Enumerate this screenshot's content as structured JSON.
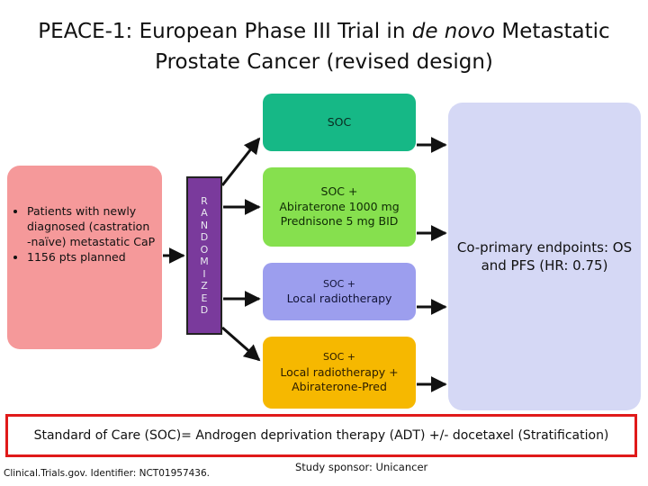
{
  "title": {
    "line1_before": "PEACE-1: European Phase III Trial in ",
    "line1_italic": "de novo",
    "line1_after": " Metastatic",
    "line2": "Prostate Cancer (revised design)"
  },
  "patients": {
    "items": [
      "Patients with newly diagnosed (castration -naïve) metastatic CaP",
      "1156 pts planned"
    ]
  },
  "randomize": {
    "letters": [
      "R",
      "A",
      "N",
      "D",
      "O",
      "M",
      "I",
      "Z",
      "E",
      "D"
    ]
  },
  "arms": [
    {
      "line1": "SOC",
      "line2": ""
    },
    {
      "line1": "SOC +",
      "line2": "Abiraterone 1000 mg Prednisone 5 mg BID"
    },
    {
      "line1": "SOC +",
      "line2": "Local radiotherapy"
    },
    {
      "line1": "SOC +",
      "line2": "Local radiotherapy + Abiraterone-Pred"
    }
  ],
  "endpoints": {
    "text": "Co-primary endpoints: OS and PFS (HR: 0.75)"
  },
  "standard_of_care": "Standard of Care (SOC)= Androgen deprivation therapy (ADT) +/- docetaxel (Stratification)",
  "footer": {
    "identifier": "Clinical.Trials.gov. Identifier: NCT01957436.",
    "sponsor": "Study sponsor: Unicancer"
  },
  "colors": {
    "patients": "#f5999a",
    "randomize": "#7a3a9c",
    "arm1": "#16b886",
    "arm2": "#86e04e",
    "arm3": "#9c9eee",
    "arm4": "#f6b800",
    "endpoints": "#d5d8f5",
    "soc_border": "#e01a1a"
  }
}
